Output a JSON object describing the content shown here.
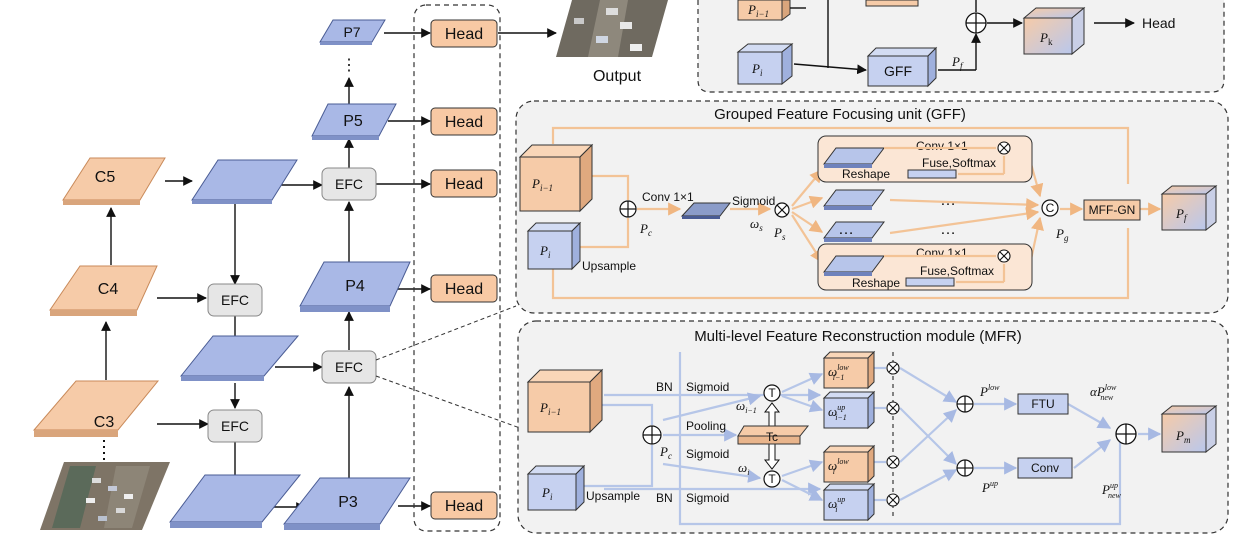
{
  "backbone": {
    "c5": "C5",
    "c4": "C4",
    "c3": "C3"
  },
  "pyramid": {
    "p7": "P7",
    "p5": "P5",
    "p4": "P4",
    "p3": "P3",
    "dots": "⋮"
  },
  "efc": {
    "label": "EFC"
  },
  "head": {
    "label": "Head"
  },
  "output_label": "Output",
  "top_panel": {
    "p_prev": "P",
    "p_prev_sub": "i−1",
    "p_i": "P",
    "p_i_sub": "i",
    "gff": "GFF",
    "p_f": "P",
    "p_f_sub": "f",
    "p_k": "P",
    "p_k_sub": "k",
    "head": "Head"
  },
  "gff": {
    "title": "Grouped Feature Focusing unit (GFF)",
    "p_prev": "P",
    "p_prev_sub": "i−1",
    "p_i": "P",
    "p_i_sub": "i",
    "upsample": "Upsample",
    "pc": "P",
    "pc_sub": "c",
    "conv": "Conv 1×1",
    "sigmoid": "Sigmoid",
    "omega_s": "ω",
    "omega_s_sub": "s",
    "ps": "P",
    "ps_sub": "s",
    "conv_top": "Conv 1×1",
    "reshape_top": "Reshape",
    "fuse_top": "Fuse,Softmax",
    "dots": "…",
    "conv_bot": "Conv 1×1",
    "reshape_bot": "Reshape",
    "fuse_bot": "Fuse,Softmax",
    "concat": "C",
    "pg": "P",
    "pg_sub": "g",
    "mff": "MFF-GN",
    "pf": "P",
    "pf_sub": "f"
  },
  "mfr": {
    "title": "Multi-level Feature Reconstruction module (MFR)",
    "p_prev": "P",
    "p_prev_sub": "i−1",
    "p_i": "P",
    "p_i_sub": "i",
    "upsample": "Upsample",
    "bn_top": "BN",
    "sigmoid_top": "Sigmoid",
    "pooling": "Pooling",
    "sigmoid_mid": "Sigmoid",
    "bn_bot": "BN",
    "sigmoid_bot": "Sigmoid",
    "pc": "P",
    "pc_sub": "c",
    "omega_prev": "ω",
    "omega_prev_sub": "i−1",
    "omega_i": "ω",
    "omega_i_sub": "i",
    "t": "T",
    "tc": "Tc",
    "w_low_prev": "ω",
    "w_low_prev_sup": "low",
    "w_low_prev_sub": "i−1",
    "w_up_prev": "ω",
    "w_up_prev_sup": "up",
    "w_up_prev_sub": "i−1",
    "w_low_i": "ω",
    "w_low_i_sup": "low",
    "w_low_i_sub": "i",
    "w_up_i": "ω",
    "w_up_i_sup": "up",
    "w_up_i_sub": "i",
    "p_low": "P",
    "p_low_sup": "low",
    "p_up": "P",
    "p_up_sup": "up",
    "ftu": "FTU",
    "conv": "Conv",
    "alpha_p": "αP",
    "alpha_p_sup": "low",
    "alpha_p_sub": "new",
    "p_new_up": "P",
    "p_new_up_sup": "up",
    "p_new_up_sub": "new",
    "pm": "P",
    "pm_sub": "m"
  },
  "colors": {
    "orange_fill": "#f6cba8",
    "orange_stroke": "#c98a5a",
    "blue_fill": "#a9b8e6",
    "blue_stroke": "#4a5c94",
    "head_fill": "#f8c9a4",
    "efc_fill": "#e6e6e6",
    "panel_fill": "#f2f2f2"
  }
}
